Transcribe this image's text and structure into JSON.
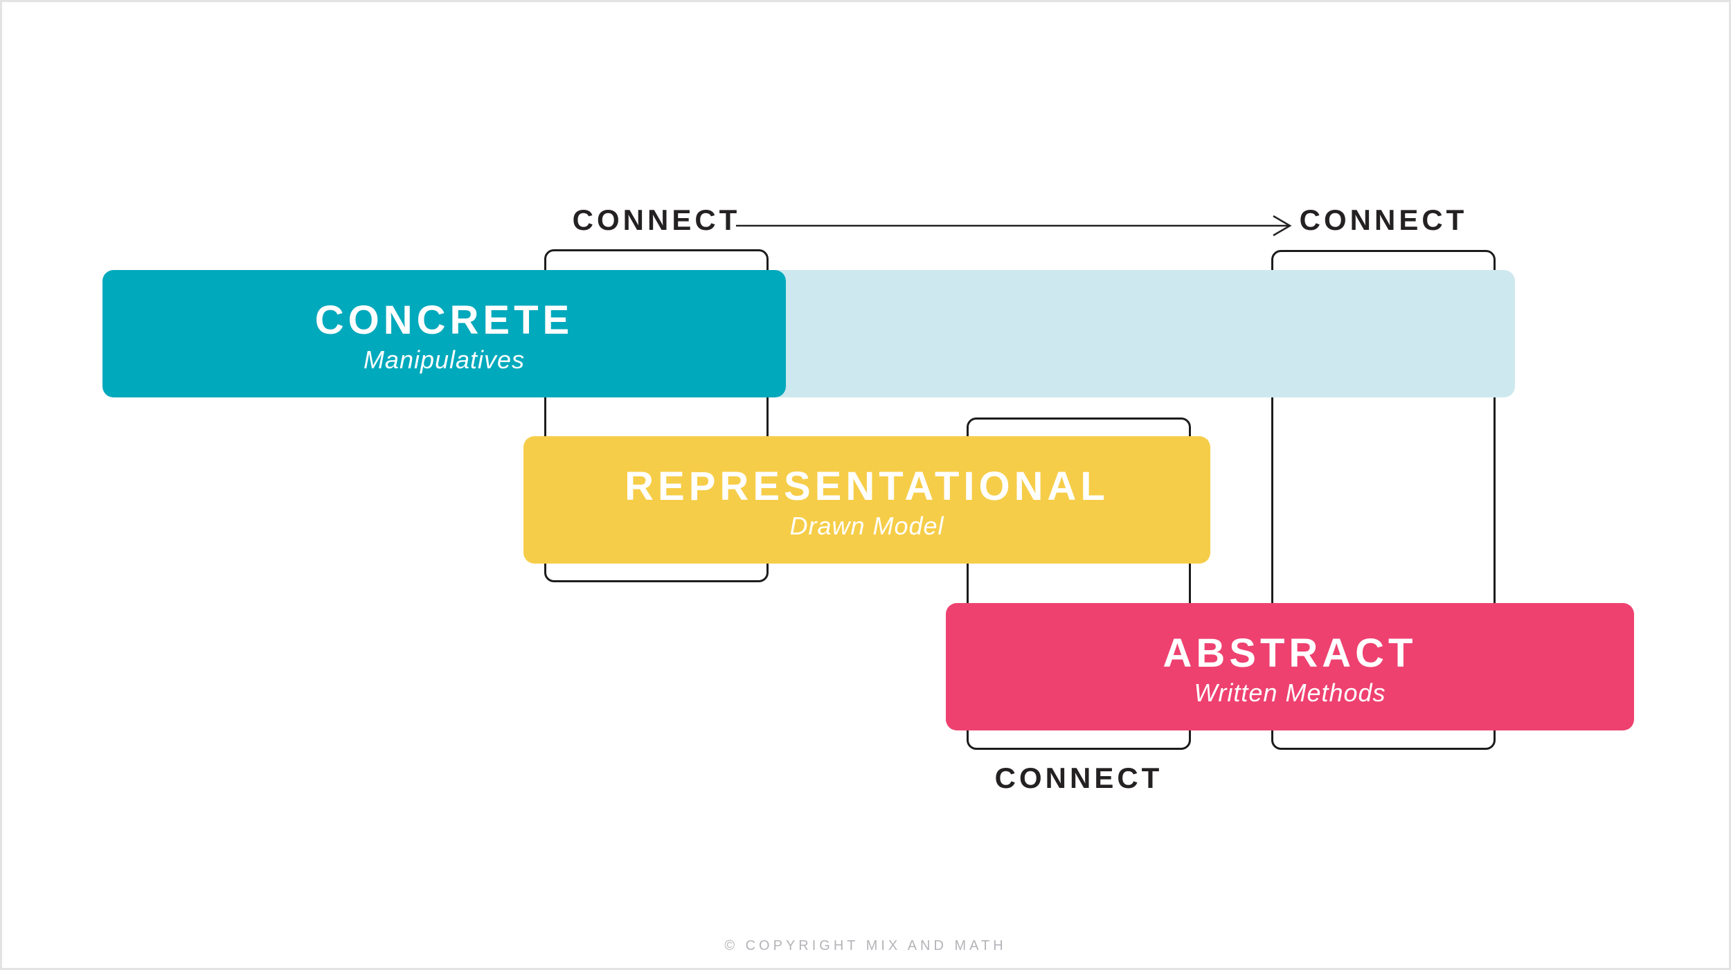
{
  "diagram": {
    "labels": {
      "connect_top_left": "CONNECT",
      "connect_top_right": "CONNECT",
      "connect_bottom": "CONNECT"
    },
    "stages": [
      {
        "name": "concrete",
        "title": "CONCRETE",
        "subtitle": "Manipulatives",
        "color": "#00A9BC"
      },
      {
        "name": "representational",
        "title": "REPRESENTATIONAL",
        "subtitle": "Drawn Model",
        "color": "#F6CD48"
      },
      {
        "name": "abstract",
        "title": "ABSTRACT",
        "subtitle": "Written Methods",
        "color": "#EE4170"
      }
    ],
    "extension_bar_color": "#CEE8EF",
    "outline_color": "#1c1c1c",
    "text_color": "#242122",
    "footer": "© COPYRIGHT MIX AND MATH"
  }
}
